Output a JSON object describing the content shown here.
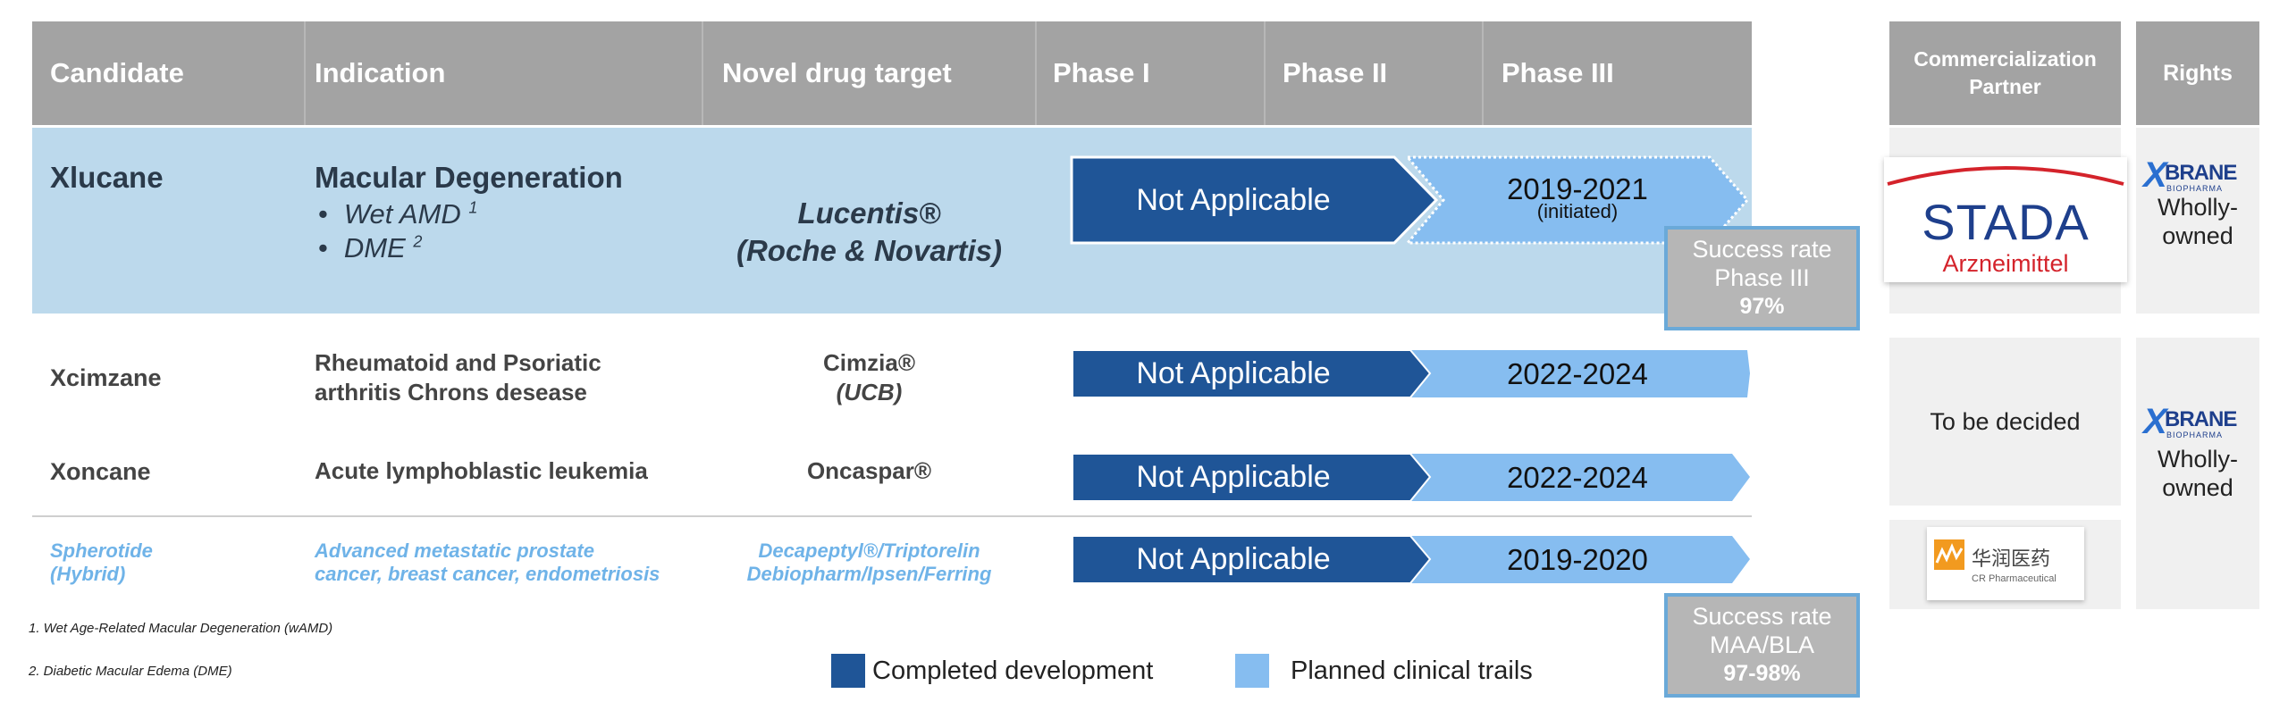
{
  "header": {
    "candidate": "Candidate",
    "indication": "Indication",
    "target": "Novel drug target",
    "phase1": "Phase I",
    "phase2": "Phase II",
    "phase3": "Phase III",
    "partner": "Commercialization Partner",
    "rights": "Rights"
  },
  "rows": [
    {
      "candidate": "Xlucane",
      "indication_title": "Macular Degeneration",
      "indication_bullets": [
        "Wet AMD",
        "DME"
      ],
      "indication_sup": [
        "1",
        "2"
      ],
      "target_line1": "Lucentis®",
      "target_line2": "(Roche & Novartis)",
      "phase_completed": "Not Applicable",
      "phase_planned": "2019-2021",
      "phase_note": "(initiated)"
    },
    {
      "candidate": "Xcimzane",
      "indication_line1": "Rheumatoid and Psoriatic",
      "indication_line2": "arthritis Chrons desease",
      "target_line1": "Cimzia®",
      "target_line2": "(UCB)",
      "phase_completed": "Not Applicable",
      "phase_planned": "2022-2024"
    },
    {
      "candidate": "Xoncane",
      "indication_line1": "Acute lymphoblastic leukemia",
      "target_line1": "Oncaspar®",
      "phase_completed": "Not Applicable",
      "phase_planned": "2022-2024"
    },
    {
      "candidate_line1": "Spherotide",
      "candidate_line2": "(Hybrid)",
      "indication_line1": "Advanced metastatic prostate",
      "indication_line2": "cancer, breast cancer, endometriosis",
      "target_line1": "Decapeptyl®/Triptorelin",
      "target_line2": "Debiopharm/Ipsen/Ferring",
      "phase_completed": "Not Applicable",
      "phase_planned": "2019-2020"
    }
  ],
  "success_boxes": [
    {
      "line1": "Success rate",
      "line2": "Phase III",
      "value": "97%"
    },
    {
      "line1": "Success rate",
      "line2": "MAA/BLA",
      "value": "97-98%"
    }
  ],
  "partners": {
    "stada_name": "STADA",
    "stada_sub": "Arzneimittel",
    "tbd": "To be decided",
    "cr_cn": "华润医药",
    "cr_en": "CR Pharmaceutical"
  },
  "rights": {
    "brand_x": "X",
    "brand_name": "BRANE",
    "brand_sub": "BIOPHARMA",
    "owned_line1": "Wholly-",
    "owned_line2": "owned"
  },
  "footnotes": [
    "1. Wet Age-Related Macular Degeneration (wAMD)",
    "2. Diabetic Macular Edema (DME)"
  ],
  "legend": {
    "completed": "Completed development",
    "planned": "Planned clinical trails"
  },
  "colors": {
    "completed": "#1f5597",
    "planned": "#86bdf0",
    "header": "#a3a3a3",
    "highlight_row": "#bcd9ec",
    "success_border": "#6aa9d8",
    "stada_red": "#d4232b",
    "stada_blue": "#1e3f8c"
  }
}
